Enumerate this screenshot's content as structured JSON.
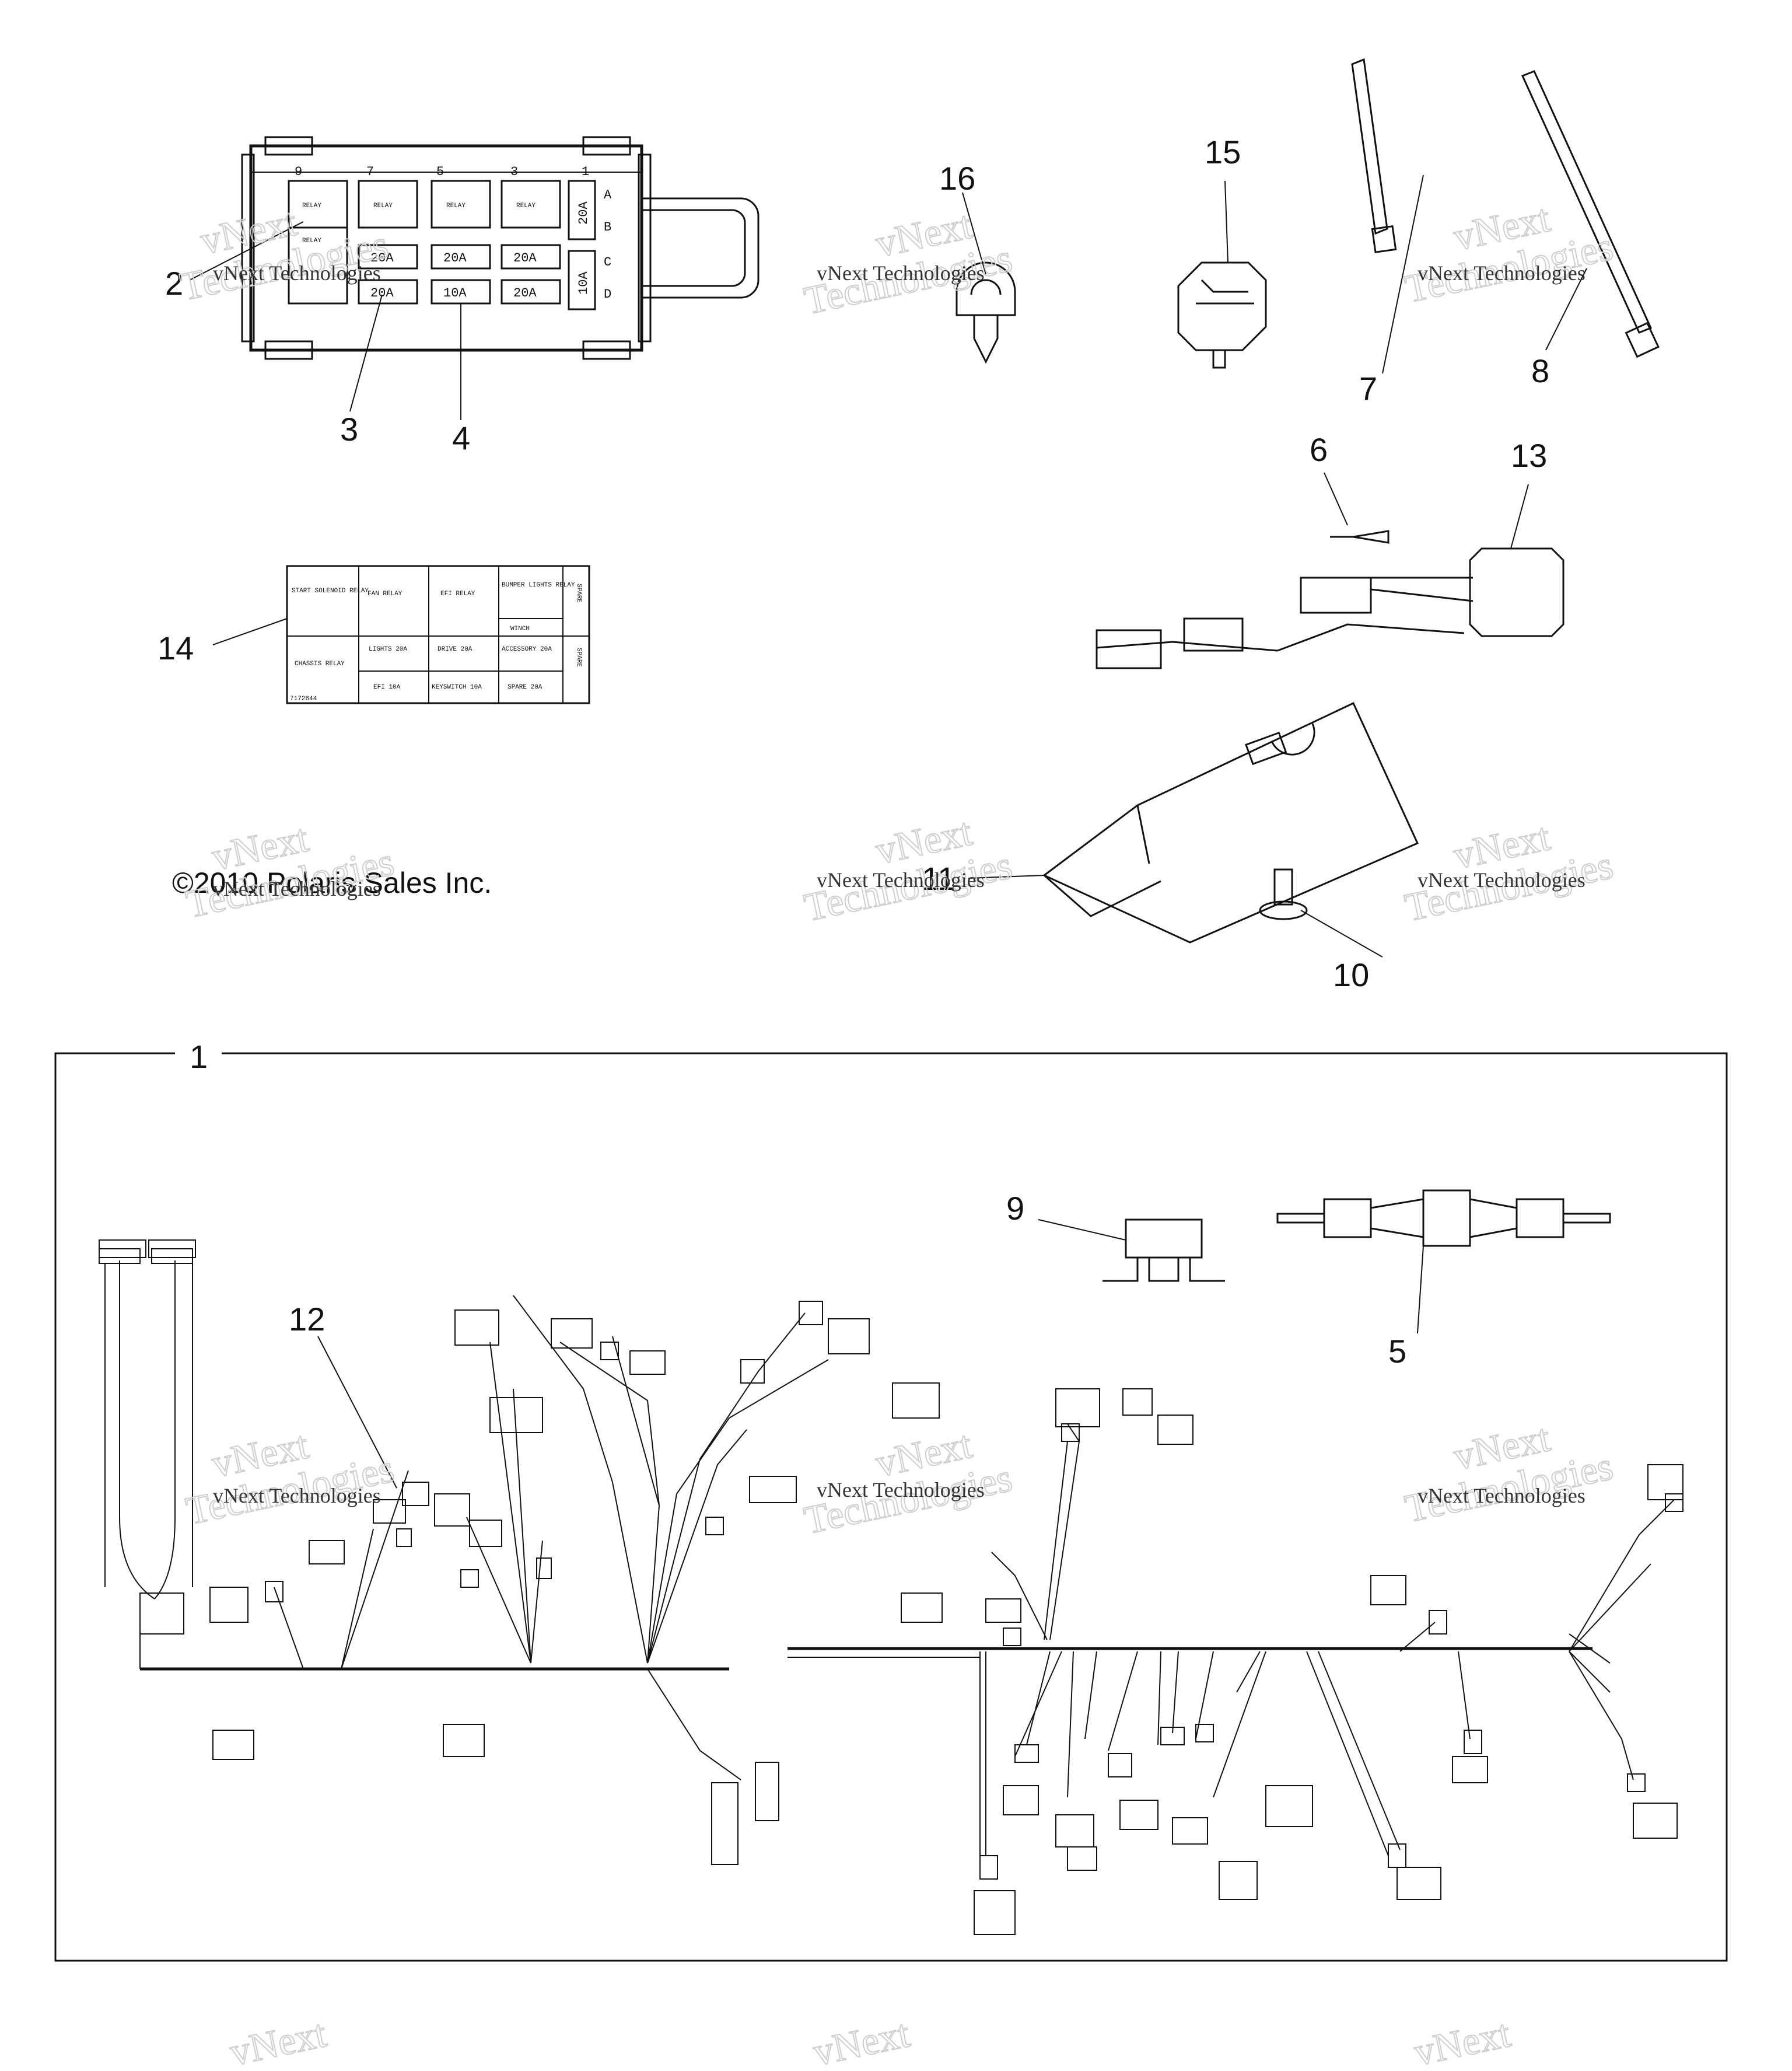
{
  "callouts": {
    "c1": "1",
    "c2": "2",
    "c3": "3",
    "c4": "4",
    "c5": "5",
    "c6": "6",
    "c7": "7",
    "c8": "8",
    "c9": "9",
    "c10": "10",
    "c11": "11",
    "c12": "12",
    "c13": "13",
    "c14": "14",
    "c15": "15",
    "c16": "16"
  },
  "fuse_box": {
    "columns": [
      "9",
      "7",
      "5",
      "3",
      "1"
    ],
    "rows": [
      "A",
      "B",
      "C",
      "D"
    ],
    "relay_label": "RELAY",
    "fuses_top": [
      "20A",
      "20A",
      "20A"
    ],
    "fuses_bottom": [
      "20A",
      "10A",
      "20A"
    ],
    "side_fuse_top": "20A",
    "side_fuse_bottom": "10A"
  },
  "decal": {
    "start_solenoid_relay": "START SOLENOID RELAY",
    "fan_relay": "FAN RELAY",
    "efi_relay": "EFI RELAY",
    "bumper_lights_relay": "BUMPER LIGHTS RELAY",
    "spare": "SPARE",
    "winch": "WINCH",
    "chassis_relay": "CHASSIS RELAY",
    "lights_20a": "LIGHTS 20A",
    "drive_20a": "DRIVE 20A",
    "accessory_20a": "ACCESSORY 20A",
    "efi_10a": "EFI 10A",
    "keyswitch_10a": "KEYSWITCH 10A",
    "spare_20a": "SPARE 20A",
    "part_no": "7172644"
  },
  "copyright": "©2010 Polaris Sales Inc.",
  "watermark": {
    "line1": "vNext",
    "line2": "Technologies",
    "full": "vNext Technologies"
  },
  "colors": {
    "line": "#111111",
    "watermark": "#bdbdbd",
    "background": "#ffffff"
  }
}
